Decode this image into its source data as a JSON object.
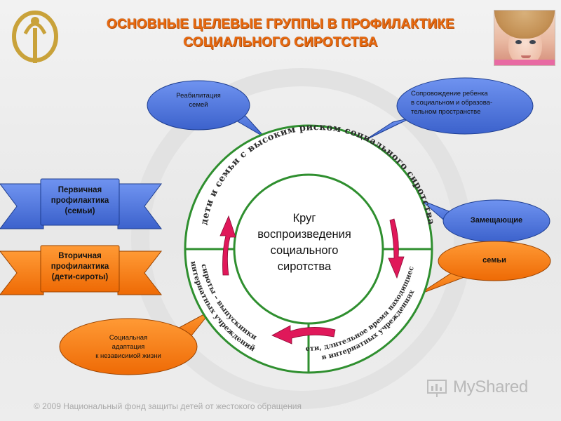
{
  "header": {
    "title_line1": "ОСНОВНЫЕ ЦЕЛЕВЫЕ ГРУППЫ В ПРОФИЛАКТИКЕ",
    "title_line2": "СОЦИАЛЬНОГО СИРОТСТВА"
  },
  "bubbles": {
    "rehab_line1": "Реабилитация",
    "rehab_line2": "семей",
    "support_line1": "Сопровождение ребенка",
    "support_line2": "в социальном и образова-",
    "support_line3": "тельном пространстве",
    "substitute": "Замещающие",
    "families": "семьи",
    "adapt_line1": "Социальная",
    "adapt_line2": "адаптация",
    "adapt_line3": "к независимой жизни"
  },
  "ribbons": {
    "primary_line1": "Первичная",
    "primary_line2": "профилактика",
    "primary_line3": "(семьи)",
    "secondary_line1": "Вторичная",
    "secondary_line2": "профилактика",
    "secondary_line3": "(дети-сироты)"
  },
  "circle": {
    "center_line1": "Круг",
    "center_line2": "воспроизведения",
    "center_line3": "социального",
    "center_line4": "сиротства",
    "arc_top": "дети и семьи с высоким риском социального сиротства",
    "arc_left_1": "сироты – выпускники",
    "arc_left_2": "интернатных учреждений",
    "arc_right_1": "дети, длительное время находящиеся",
    "arc_right_2": "в интернатных учреждениях"
  },
  "footer": {
    "copyright": "© 2009 Национальный фонд защиты детей от жестокого обращения"
  },
  "brand": {
    "name": "MyShared"
  },
  "colors": {
    "title": "#e8690f",
    "blue_fill": "#4f76dc",
    "orange_fill": "#f57b12",
    "ring_green": "#2f8f2f",
    "arrow_magenta": "#e0185a"
  }
}
